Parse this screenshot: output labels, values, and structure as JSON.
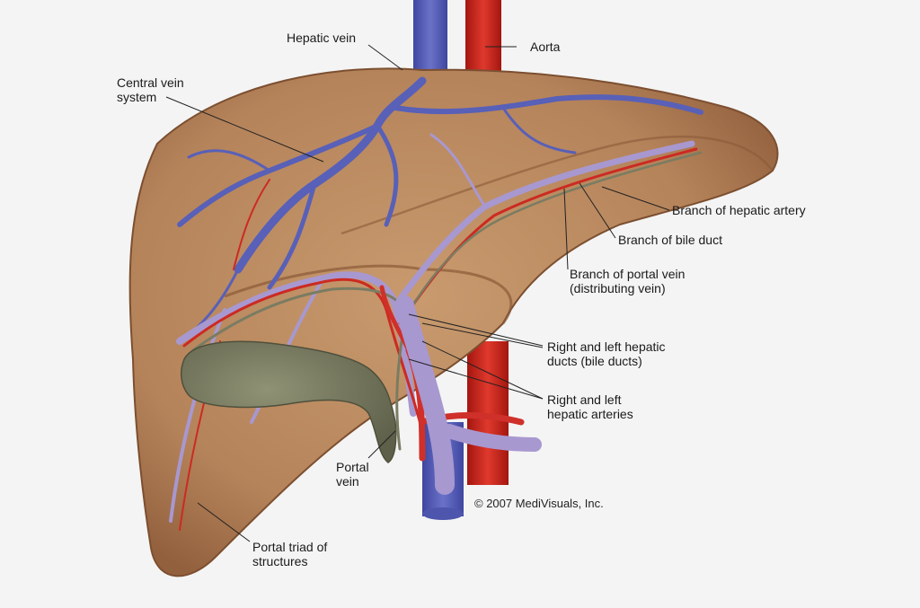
{
  "labels": {
    "hepatic_vein": "Hepatic vein",
    "aorta": "Aorta",
    "central_vein": [
      "Central vein",
      "system"
    ],
    "hepatic_artery_branch": "Branch of hepatic artery",
    "bile_duct_branch": "Branch of bile duct",
    "portal_vein_branch": [
      "Branch of portal vein",
      "(distributing vein)"
    ],
    "hepatic_ducts": [
      "Right and left hepatic",
      "ducts (bile ducts)"
    ],
    "hepatic_arteries": [
      "Right and left",
      "hepatic arteries"
    ],
    "portal_vein": [
      "Portal",
      "vein"
    ],
    "portal_triad": [
      "Portal triad of",
      "structures"
    ]
  },
  "copyright": "© 2007 MediVisuals, Inc.",
  "colors": {
    "liver": "#b8875e",
    "liver_shadow": "#8a5a38",
    "vein_blue": "#5860b8",
    "portal_purple": "#a898d0",
    "artery_red": "#cc2a22",
    "bile_green": "#7a7c62",
    "gallbladder": "#7b7d60"
  }
}
